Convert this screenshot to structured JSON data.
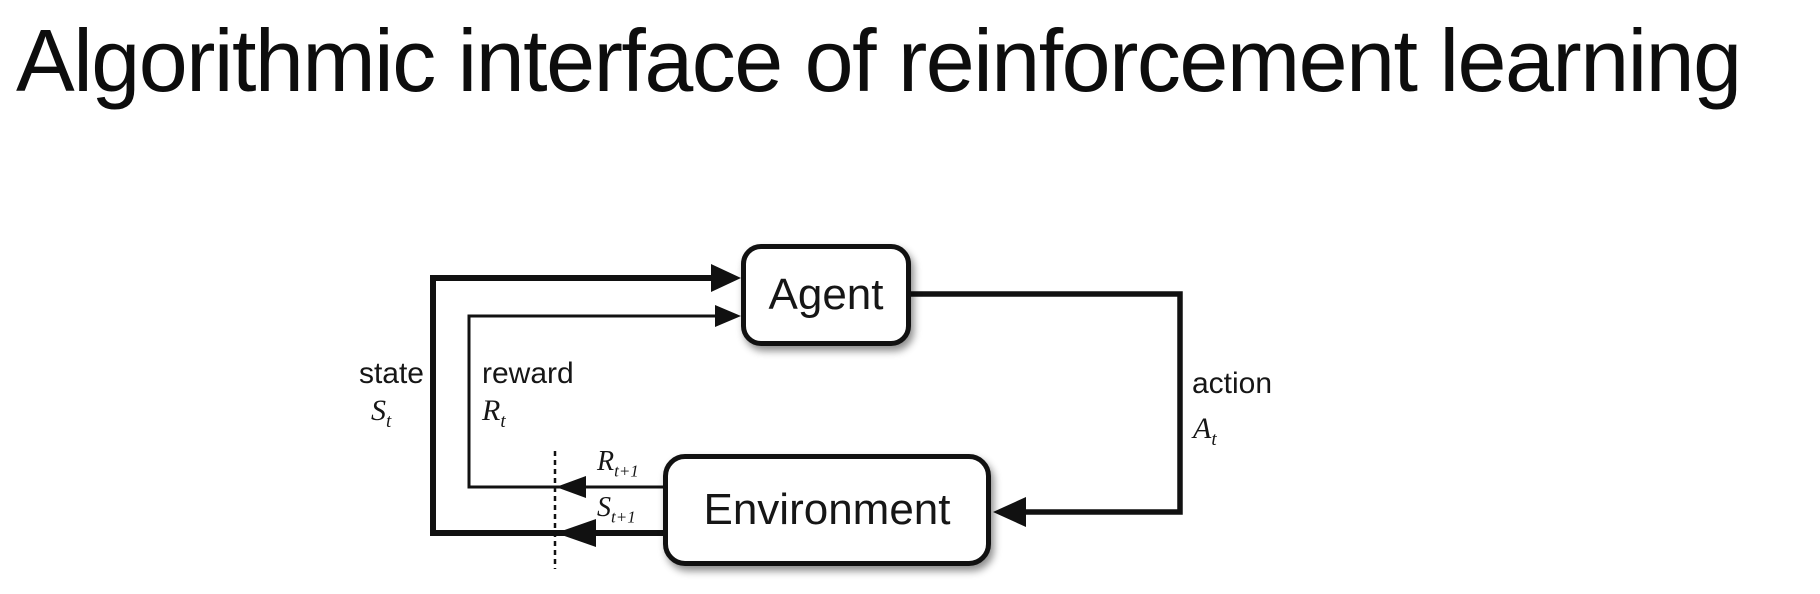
{
  "title": "Algorithmic interface of reinforcement learning",
  "diagram": {
    "agent": {
      "label": "Agent"
    },
    "environment": {
      "label": "Environment"
    },
    "state": {
      "word": "state",
      "symbol": "S",
      "subscript": "t"
    },
    "reward": {
      "word": "reward",
      "symbol": "R",
      "subscript": "t"
    },
    "action": {
      "word": "action",
      "symbol": "A",
      "subscript": "t"
    },
    "next_reward": {
      "symbol": "R",
      "subscript": "t+1"
    },
    "next_state": {
      "symbol": "S",
      "subscript": "t+1"
    },
    "edges": [
      {
        "from": "agent",
        "to": "environment",
        "label": "action",
        "symbol": "A_t"
      },
      {
        "from": "environment",
        "to": "agent",
        "label": "reward",
        "symbol": "R_t",
        "next_symbol": "R_t+1"
      },
      {
        "from": "environment",
        "to": "agent",
        "label": "state",
        "symbol": "S_t",
        "next_symbol": "S_t+1"
      }
    ],
    "colors": {
      "line": "#111111",
      "text": "#161616",
      "background": "#ffffff"
    }
  }
}
